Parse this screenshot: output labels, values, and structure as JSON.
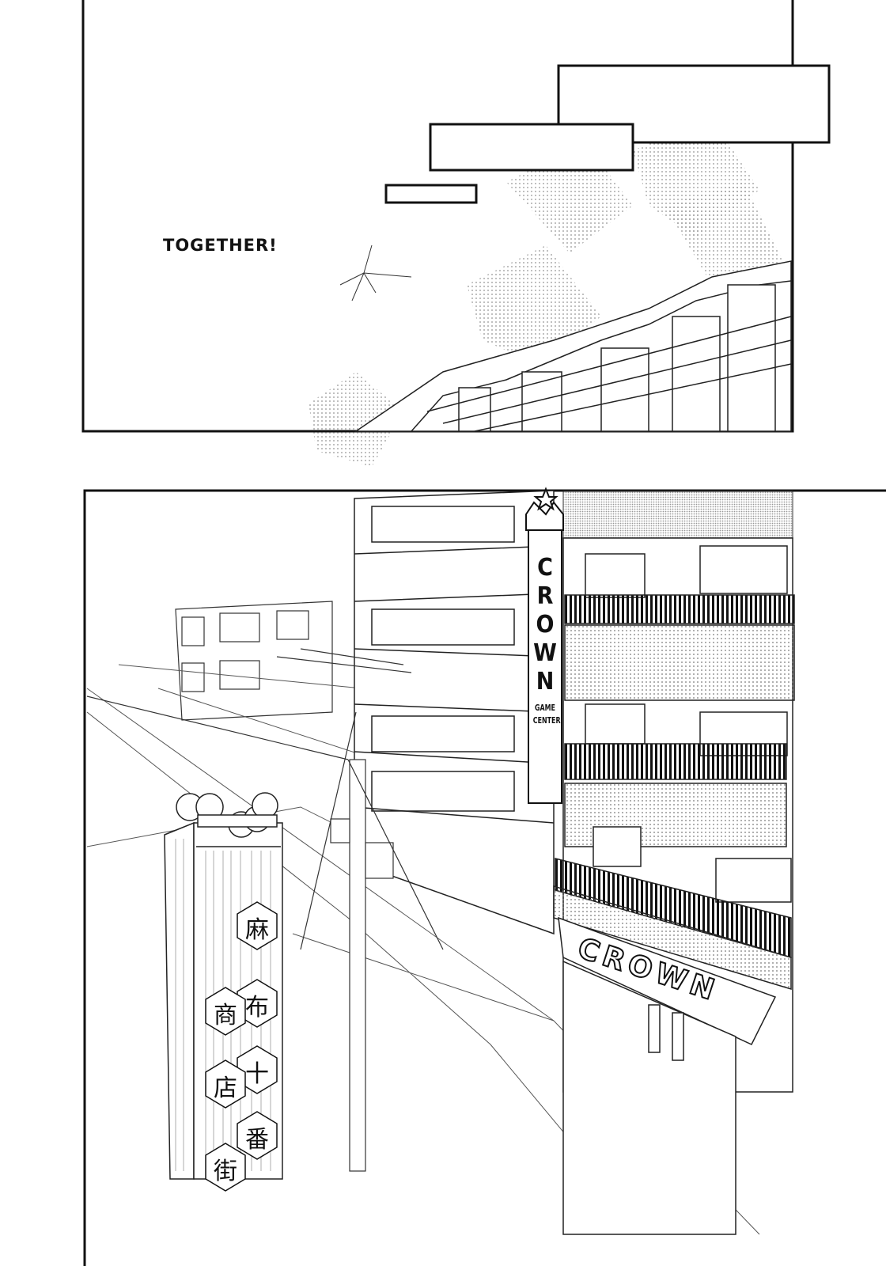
{
  "top_panel": {
    "narration": "TOGETHER!",
    "caption_boxes": [
      "",
      "",
      ""
    ]
  },
  "bottom_panel": {
    "crown_sign": {
      "name": "CROWN",
      "letters": [
        "C",
        "R",
        "O",
        "W",
        "N"
      ],
      "sub1": "GAME",
      "sub2": "CENTER"
    },
    "storefront_logo": "CROWN",
    "street_sign": {
      "text": "麻布十番商店街",
      "chars": [
        "麻",
        "布",
        "十",
        "番",
        "商",
        "店",
        "街"
      ]
    }
  },
  "colors": {
    "ink": "#111111",
    "paper": "#ffffff",
    "tone": "#9a9a9a"
  }
}
